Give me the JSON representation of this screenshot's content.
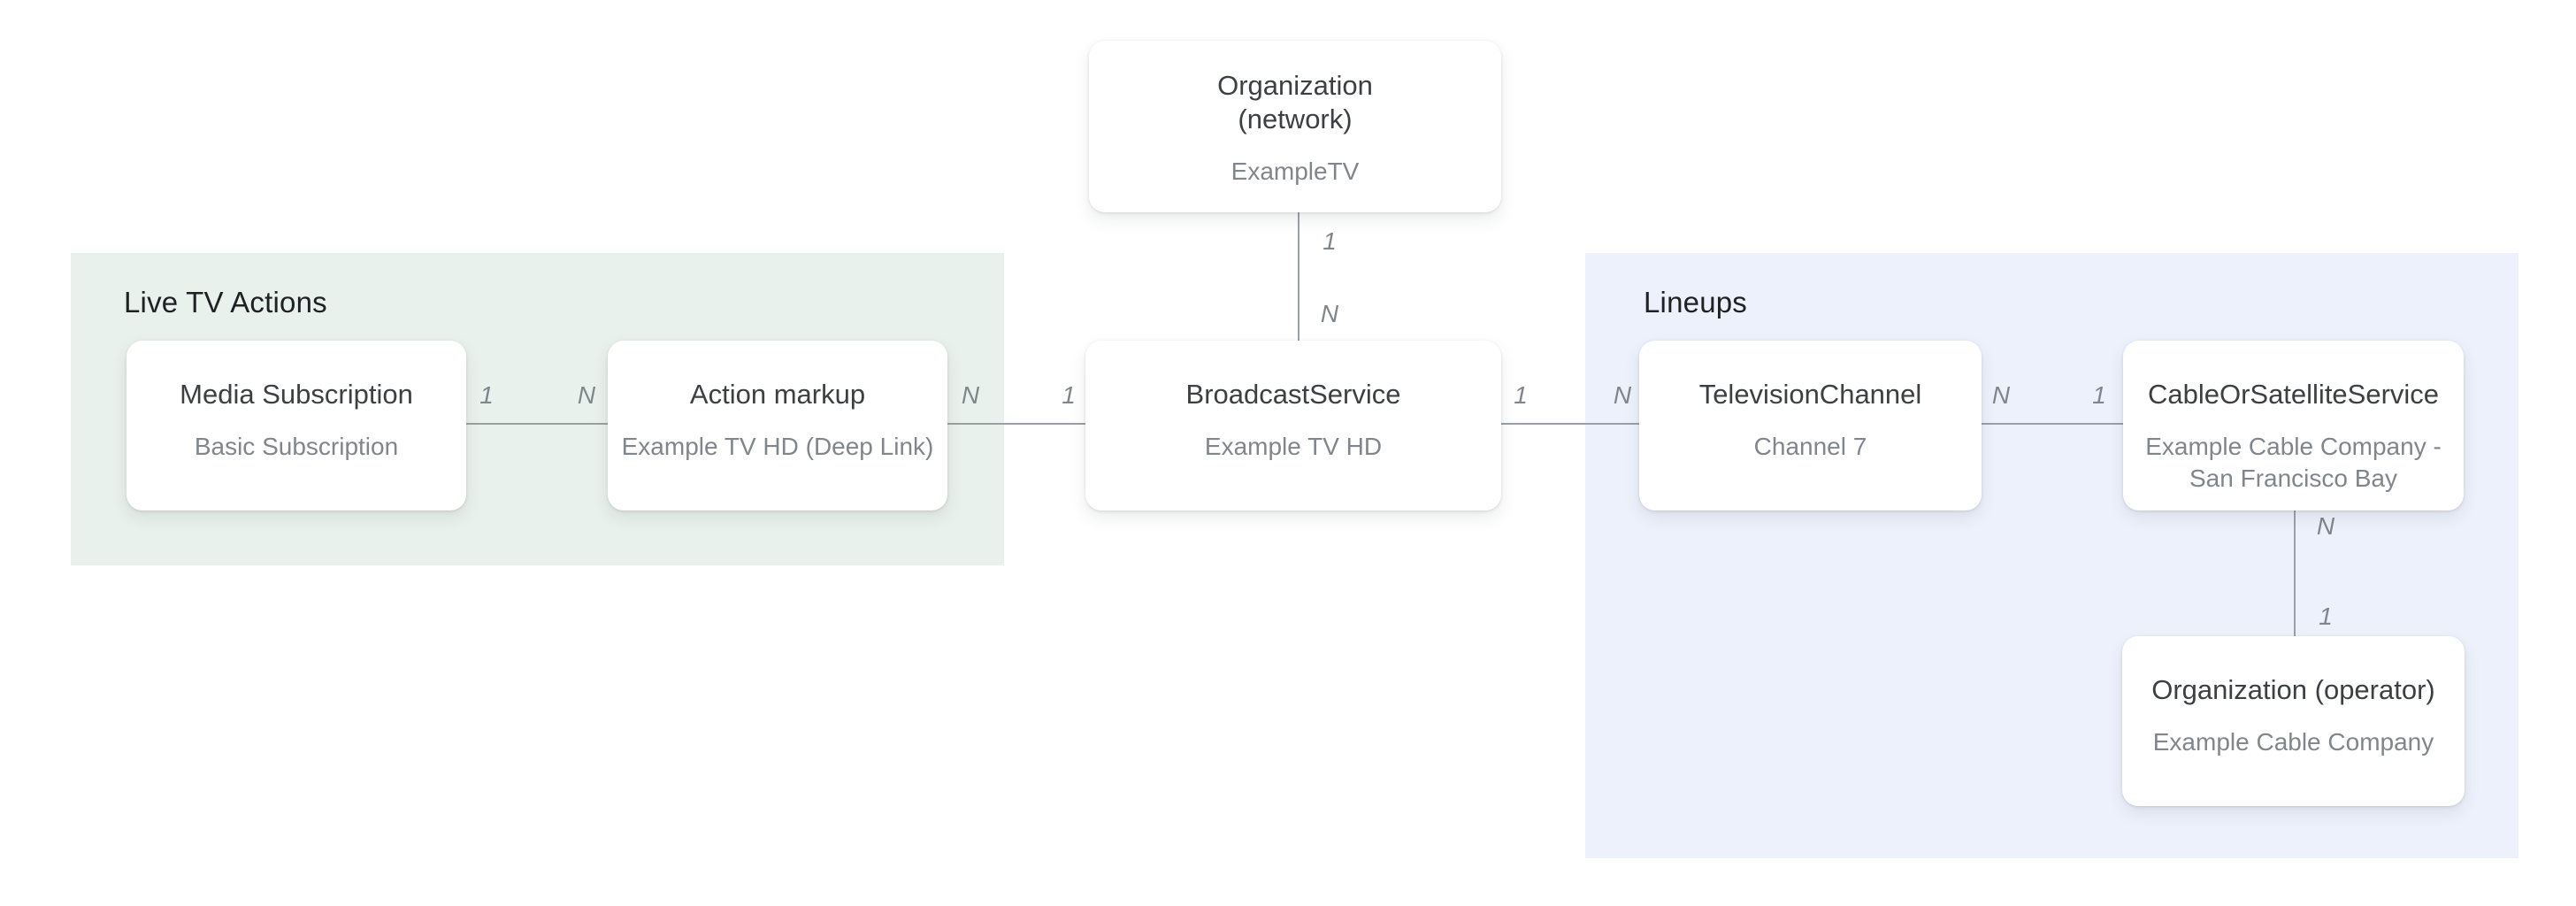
{
  "regions": [
    {
      "id": "live-tv-actions",
      "label": "Live TV Actions",
      "bg": "#e8f1ec"
    },
    {
      "id": "lineups",
      "label": "Lineups",
      "bg": "#edf1fb"
    }
  ],
  "nodes": [
    {
      "id": "organization-network",
      "title": "Organization\n(network)",
      "value": "ExampleTV"
    },
    {
      "id": "media-subscription",
      "title": "Media Subscription",
      "value": "Basic Subscription"
    },
    {
      "id": "action-markup",
      "title": "Action markup",
      "value": "Example TV HD (Deep Link)"
    },
    {
      "id": "broadcast-service",
      "title": "BroadcastService",
      "value": "Example TV HD"
    },
    {
      "id": "television-channel",
      "title": "TelevisionChannel",
      "value": "Channel 7"
    },
    {
      "id": "cable-or-satellite-service",
      "title": "CableOrSatelliteService",
      "value": "Example Cable Company -\nSan Francisco Bay"
    },
    {
      "id": "organization-operator",
      "title": "Organization (operator)",
      "value": "Example Cable Company"
    }
  ],
  "connectors": [
    {
      "id": "network-to-broadcast",
      "from": "organization-network",
      "to": "broadcast-service",
      "from_label": "1",
      "to_label": "N"
    },
    {
      "id": "media-subscription-to-action-markup",
      "from": "media-subscription",
      "to": "action-markup",
      "from_label": "1",
      "to_label": "N"
    },
    {
      "id": "action-markup-to-broadcast",
      "from": "action-markup",
      "to": "broadcast-service",
      "from_label": "N",
      "to_label": "1"
    },
    {
      "id": "broadcast-to-television-channel",
      "from": "broadcast-service",
      "to": "television-channel",
      "from_label": "1",
      "to_label": "N"
    },
    {
      "id": "television-channel-to-cable",
      "from": "television-channel",
      "to": "cable-or-satellite-service",
      "from_label": "N",
      "to_label": "1"
    },
    {
      "id": "cable-to-operator",
      "from": "cable-or-satellite-service",
      "to": "organization-operator",
      "from_label": "N",
      "to_label": "1"
    }
  ],
  "colors": {
    "line": "#9aa0a6",
    "title_text": "#3c4043",
    "value_text": "#80868b",
    "heading_text": "#202124",
    "green_region_bg": "#e8f1ec",
    "blue_region_bg": "#edf1fb",
    "node_bg": "#ffffff"
  }
}
